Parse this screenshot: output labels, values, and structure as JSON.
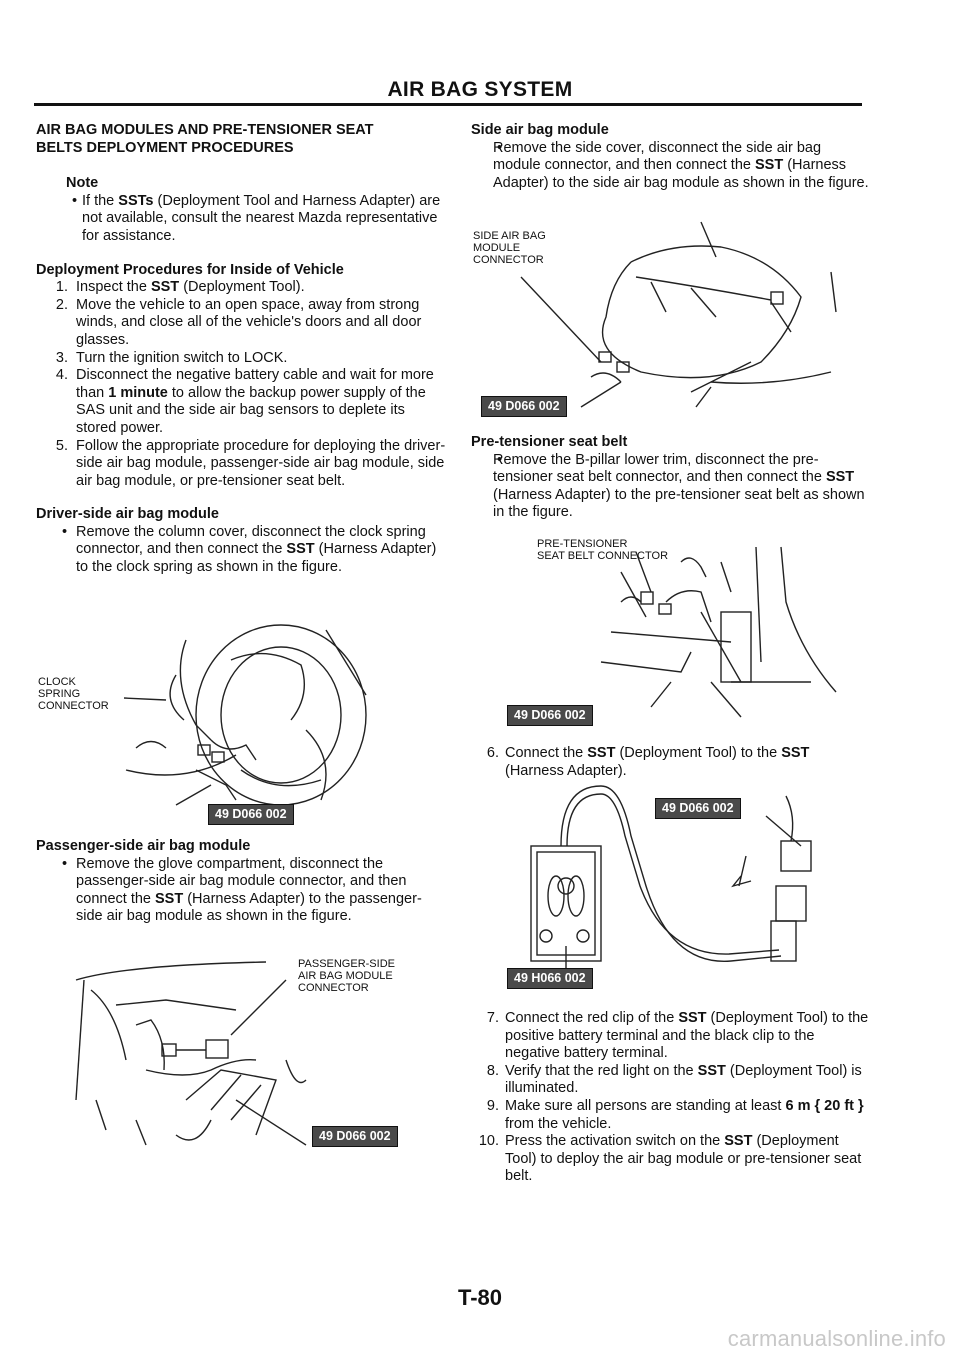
{
  "header": {
    "title": "AIR BAG SYSTEM"
  },
  "left": {
    "section_title_1": "AIR BAG MODULES AND PRE-TENSIONER SEAT",
    "section_title_2": "BELTS DEPLOYMENT PROCEDURES",
    "note_label": "Note",
    "note_pre": "If the ",
    "note_bold": "SSTs",
    "note_post": " (Deployment Tool and Harness Adapter) are not available, consult the nearest Mazda representative for assistance.",
    "inside_title": "Deployment Procedures for Inside of Vehicle",
    "steps": [
      {
        "num": "1.",
        "pre": "Inspect the ",
        "bold": "SST",
        "post": " (Deployment Tool)."
      },
      {
        "num": "2.",
        "pre": "Move the vehicle to an open space, away from strong winds, and close all of the vehicle's doors and all door glasses.",
        "bold": "",
        "post": ""
      },
      {
        "num": "3.",
        "pre": "Turn the ignition switch to LOCK.",
        "bold": "",
        "post": ""
      },
      {
        "num": "4.",
        "pre": "Disconnect the negative battery cable and wait for more than ",
        "bold": "1 minute",
        "post": " to allow the backup power supply of the SAS unit and the side air bag sensors to deplete its stored power."
      },
      {
        "num": "5.",
        "pre": "Follow the appropriate procedure for deploying the driver-side air bag module, passenger-side air bag module, side air bag module, or pre-tensioner seat belt.",
        "bold": "",
        "post": ""
      }
    ],
    "driver_title": "Driver-side air bag module",
    "driver_pre": "Remove the column cover, disconnect the clock spring connector, and then connect the ",
    "driver_bold": "SST",
    "driver_post": " (Harness Adapter) to the clock spring as shown in the figure.",
    "driver_fig_label_1": "CLOCK",
    "driver_fig_label_2": "SPRING",
    "driver_fig_label_3": "CONNECTOR",
    "driver_fig_tool": "49 D066 002",
    "passenger_title": "Passenger-side air bag module",
    "passenger_pre": "Remove the glove compartment, disconnect the passenger-side air bag module connector, and then connect the ",
    "passenger_bold": "SST",
    "passenger_post": " (Harness Adapter) to the passenger-side air bag module as shown in the figure.",
    "passenger_fig_label_1": "PASSENGER-SIDE",
    "passenger_fig_label_2": "AIR BAG MODULE",
    "passenger_fig_label_3": "CONNECTOR",
    "passenger_fig_tool": "49 D066 002"
  },
  "right": {
    "side_title": "Side air bag module",
    "side_pre": "Remove the side cover, disconnect the side air bag module connector, and then connect the ",
    "side_bold": "SST",
    "side_post": " (Harness Adapter) to the side air bag module as shown in the figure.",
    "side_fig_label_1": "SIDE AIR BAG",
    "side_fig_label_2": "MODULE",
    "side_fig_label_3": "CONNECTOR",
    "side_fig_tool": "49 D066 002",
    "pre_title": "Pre-tensioner seat belt",
    "pre_pre": "Remove the B-pillar lower trim, disconnect the pre-tensioner seat belt connector, and then connect the ",
    "pre_bold": "SST",
    "pre_post": " (Harness Adapter) to the pre-tensioner seat belt as shown in the figure.",
    "pre_fig_label_1": "PRE-TENSIONER",
    "pre_fig_label_2": "SEAT BELT CONNECTOR",
    "pre_fig_tool": "49 D066 002",
    "step6": {
      "num": "6.",
      "pre": "Connect the ",
      "bold": "SST",
      "mid": " (Deployment Tool) to the ",
      "bold2": "SST",
      "post": " (Harness Adapter)."
    },
    "tool_fig_tool_1": "49 D066 002",
    "tool_fig_tool_2": "49 H066 002",
    "steps": [
      {
        "num": "7.",
        "pre": "Connect the red clip of the ",
        "bold": "SST",
        "post": " (Deployment Tool) to the positive battery terminal and the black clip to the negative battery terminal."
      },
      {
        "num": "8.",
        "pre": "Verify that the red light on the ",
        "bold": "SST",
        "post": " (Deployment Tool) is illuminated."
      },
      {
        "num": "9.",
        "pre": "Make sure all persons are standing at least ",
        "bold": "6 m { 20 ft }",
        "post": " from the vehicle."
      },
      {
        "num": "10.",
        "pre": "Press the activation switch on the ",
        "bold": "SST",
        "post": " (Deployment Tool) to deploy the air bag module or pre-tensioner seat belt."
      }
    ]
  },
  "footer": {
    "page_number": "T-80",
    "watermark": "carmanualsonline.info"
  }
}
